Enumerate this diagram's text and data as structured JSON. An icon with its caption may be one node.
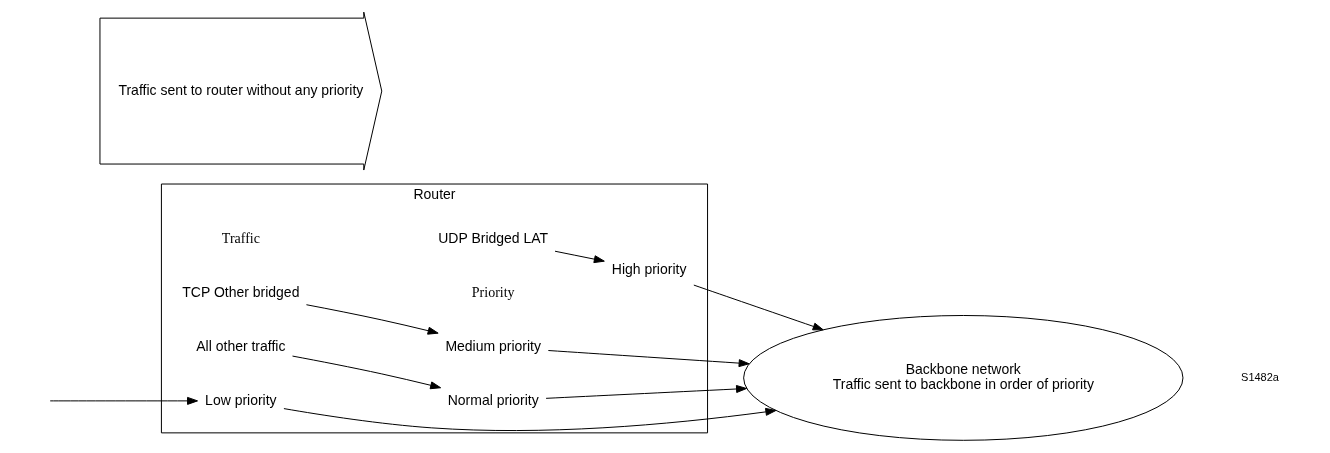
{
  "diagram": {
    "nodes": [
      {
        "text": [
          "Traffic sent to router without any priority"
        ]
      },
      {
        "text": [
          "Router"
        ]
      },
      {
        "text": [
          "UDP Bridged LAT"
        ],
        "in": 1
      },
      {
        "text": [
          "High priority"
        ],
        "in": 1
      },
      {
        "text": [
          "TCP Other bridged"
        ],
        "in": 1
      },
      {
        "text": [
          "Medium priority"
        ],
        "in": 1
      },
      {
        "text": [
          "All other traffic"
        ],
        "in": 1
      },
      {
        "text": [
          "Normal priority"
        ],
        "in": 1
      },
      {
        "text": [
          "Low priority"
        ],
        "in": 1
      },
      {
        "text": [
          "Backbone network",
          "Traffic sent to backbone in order of priority"
        ]
      }
    ],
    "edges": [
      {
        "from": 2,
        "to": 3,
        "arrow": "to"
      },
      {
        "from": 4,
        "to": 5,
        "arrow": "to"
      },
      {
        "from": 6,
        "to": 7,
        "arrow": "to"
      },
      {
        "from": null,
        "to": 8,
        "arrow": "to"
      },
      {
        "from": 3,
        "to": 9,
        "arrow": "to"
      },
      {
        "from": 5,
        "to": 9,
        "arrow": "to"
      },
      {
        "from": 7,
        "to": 9,
        "arrow": "to"
      },
      {
        "from": 8,
        "to": 9,
        "arrow": "to"
      }
    ],
    "labels": [
      "Traffic",
      "Priority",
      "S1482a"
    ]
  }
}
